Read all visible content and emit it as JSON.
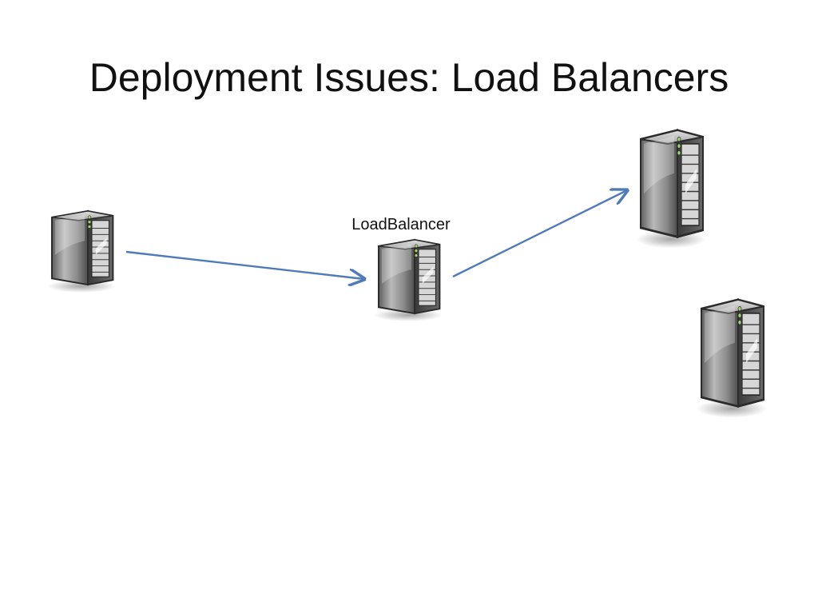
{
  "slide": {
    "title": "Deployment Issues: Load Balancers"
  },
  "diagram": {
    "nodes": [
      {
        "id": "client",
        "label": "",
        "icon": "server-icon"
      },
      {
        "id": "load-balancer",
        "label": "LoadBalancer",
        "icon": "server-icon"
      },
      {
        "id": "server-1",
        "label": "",
        "icon": "server-icon"
      },
      {
        "id": "server-2",
        "label": "",
        "icon": "server-icon"
      }
    ],
    "edges": [
      {
        "from": "client",
        "to": "load-balancer"
      },
      {
        "from": "load-balancer",
        "to": "server-1"
      }
    ],
    "colors": {
      "arrow": "#4f7cb8",
      "server_body": "#8c8c8c",
      "server_outline": "#2b2b2b"
    }
  }
}
